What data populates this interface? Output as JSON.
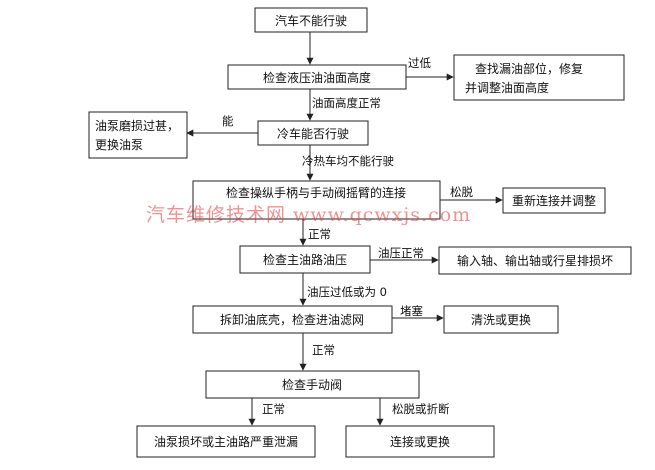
{
  "nodes": {
    "car_not_drive": "汽车不能行驶",
    "check_oil_level": "检查液压油油面高度",
    "find_leak_line1": "查找漏油部位，修复",
    "find_leak_line2": "并调整油面高度",
    "cold_car_drive": "冷车能否行驶",
    "pump_worn_line1": "油泵磨损过甚，",
    "pump_worn_line2": "更换油泵",
    "check_linkage": "检查操纵手柄与手动阀摇臂的连接",
    "reconnect_adjust": "重新连接并调整",
    "check_main_pressure": "检查主油路油压",
    "shaft_damage": "输入轴、输出轴或行星排损坏",
    "remove_pan_check_filter": "拆卸油底壳，检查进油滤网",
    "clean_replace": "清洗或更换",
    "check_manual_valve": "检查手动阀",
    "pump_damage_leak": "油泵损坏或主油路严重泄漏",
    "connect_replace": "连接或更换"
  },
  "edges": {
    "too_low": "过低",
    "level_normal": "油面高度正常",
    "can": "能",
    "cannot_cold_hot": "冷热车均不能行驶",
    "loose": "松脱",
    "normal_1": "正常",
    "pressure_normal": "油压正常",
    "pressure_low_zero": "油压过低或为 0",
    "blocked": "堵塞",
    "normal_2": "正常",
    "normal_3": "正常",
    "loose_or_broken": "松脱或折断"
  },
  "watermark": "汽车维修技术网 www.qcwxjs.com"
}
